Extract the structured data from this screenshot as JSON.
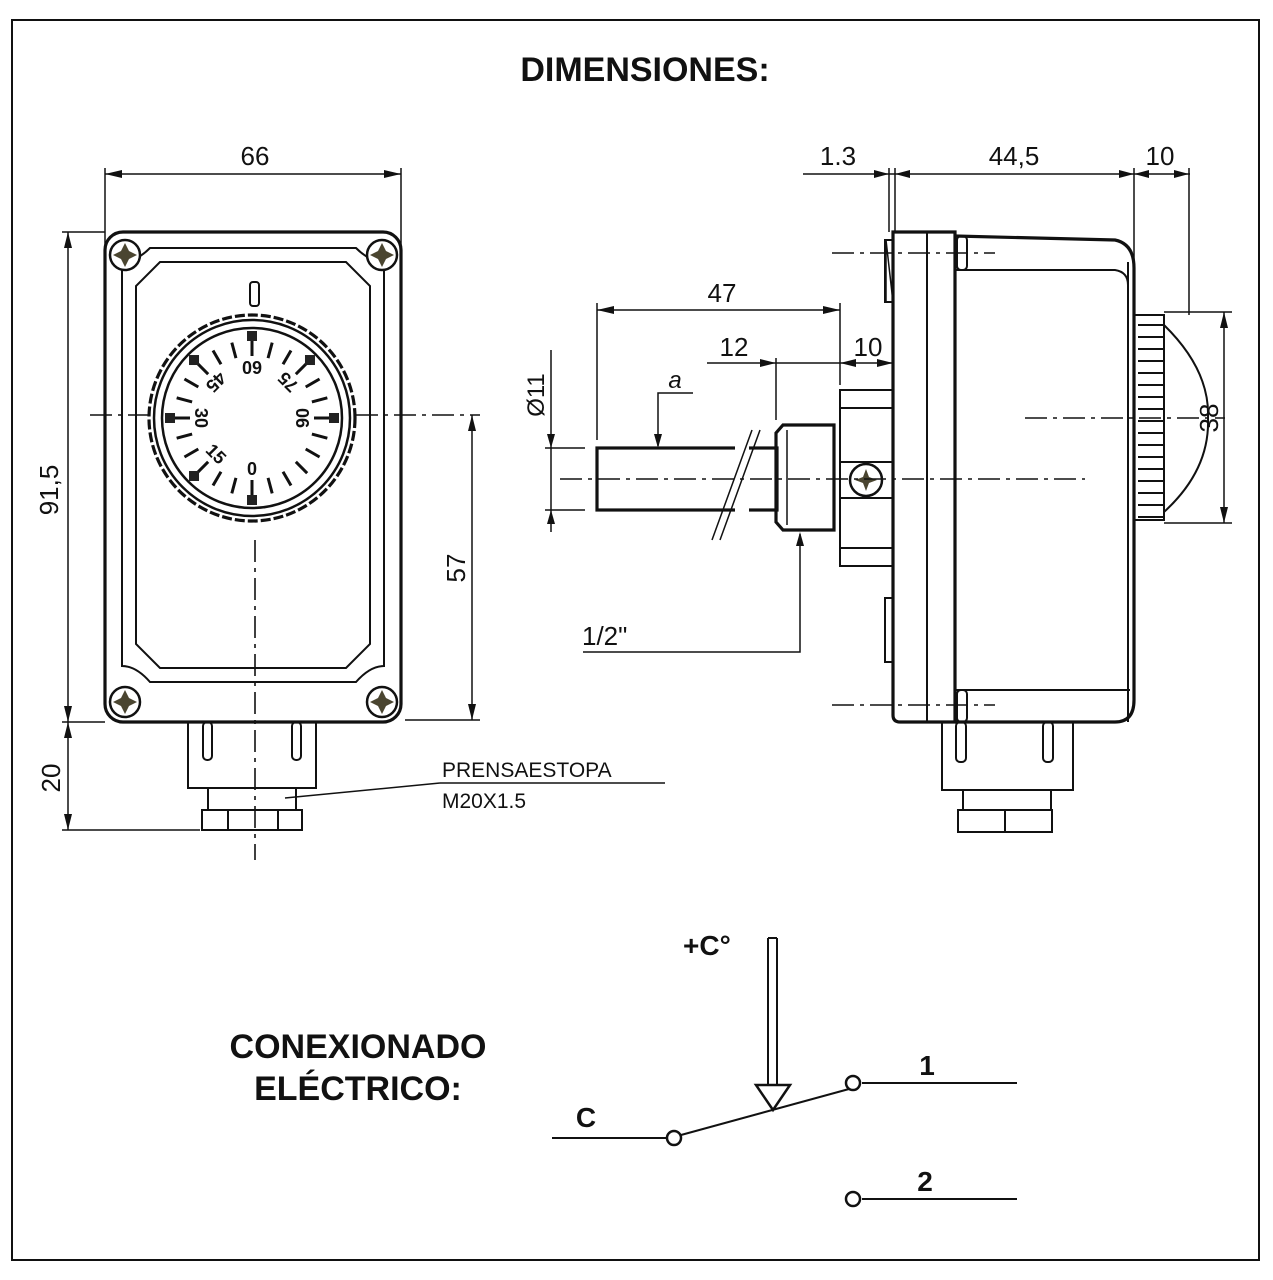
{
  "title": "DIMENSIONES:",
  "front_view": {
    "width_label": "66",
    "height_label": "91,5",
    "gland_height_label": "20",
    "axis_height_label": "57",
    "gland_callout": {
      "line1": "PRENSAESTOPA",
      "line2": "M20X1.5"
    },
    "dial_scale": [
      "0",
      "15",
      "30",
      "45",
      "60",
      "75",
      "90"
    ]
  },
  "side_view": {
    "flange_label": "1.3",
    "body_depth_label": "44,5",
    "knob_depth_label": "10",
    "knob_diameter_label": "38",
    "probe_length_label": "47",
    "thread_length_label": "12",
    "boss_length_label": "10",
    "probe_diameter_label": "Ø11",
    "probe_ref_label": "a",
    "thread_label": "1/2\""
  },
  "wiring": {
    "heading_line1": "CONEXIONADO",
    "heading_line2": "ELÉCTRICO:",
    "temp_label": "+C°",
    "common_label": "C",
    "terminal_1_label": "1",
    "terminal_2_label": "2"
  }
}
